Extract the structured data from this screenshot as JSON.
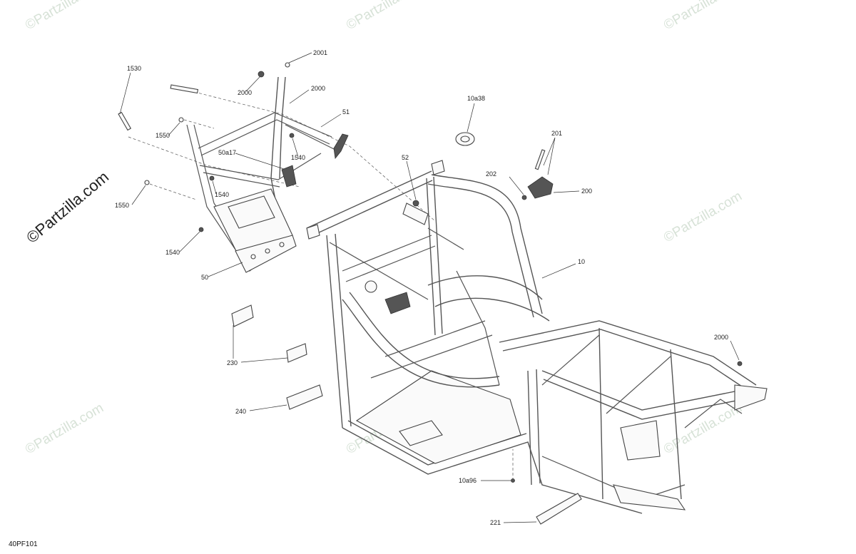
{
  "diagram": {
    "code": "40PF101",
    "watermark_text": "©Partzilla.com",
    "callouts": [
      {
        "id": "c-2001",
        "label": "2001"
      },
      {
        "id": "c-1530",
        "label": "1530"
      },
      {
        "id": "c-2000a",
        "label": "2000"
      },
      {
        "id": "c-2000b",
        "label": "2000"
      },
      {
        "id": "c-51",
        "label": "51"
      },
      {
        "id": "c-1550a",
        "label": "1550"
      },
      {
        "id": "c-50a17",
        "label": "50a17"
      },
      {
        "id": "c-1540a",
        "label": "1540"
      },
      {
        "id": "c-1540b",
        "label": "1540"
      },
      {
        "id": "c-1550b",
        "label": "1550"
      },
      {
        "id": "c-1540c",
        "label": "1540"
      },
      {
        "id": "c-50",
        "label": "50"
      },
      {
        "id": "c-10a38",
        "label": "10a38"
      },
      {
        "id": "c-52",
        "label": "52"
      },
      {
        "id": "c-201",
        "label": "201"
      },
      {
        "id": "c-202",
        "label": "202"
      },
      {
        "id": "c-200",
        "label": "200"
      },
      {
        "id": "c-10",
        "label": "10"
      },
      {
        "id": "c-2000c",
        "label": "2000"
      },
      {
        "id": "c-230",
        "label": "230"
      },
      {
        "id": "c-240",
        "label": "240"
      },
      {
        "id": "c-10a96",
        "label": "10a96"
      },
      {
        "id": "c-221",
        "label": "221"
      }
    ]
  }
}
